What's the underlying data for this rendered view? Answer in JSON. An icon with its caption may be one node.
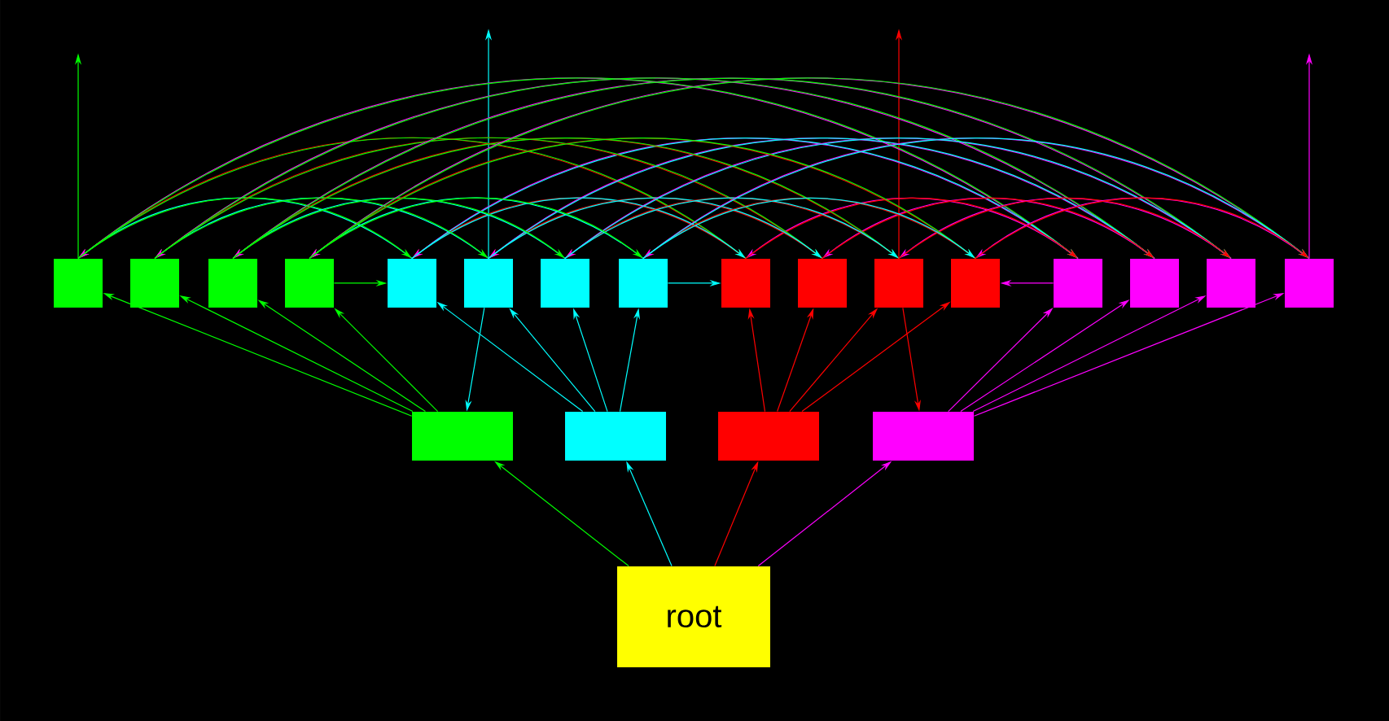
{
  "diagram": {
    "nodes": [
      {
        "text": [
          "root"
        ]
      },
      {
        "text": [],
        "shape": "box"
      },
      {
        "text": [],
        "shape": "box"
      },
      {
        "text": [],
        "shape": "box"
      },
      {
        "text": [],
        "shape": "box"
      },
      {
        "text": [],
        "shape": "box"
      },
      {
        "text": [],
        "shape": "box"
      },
      {
        "text": [],
        "shape": "box"
      },
      {
        "text": [],
        "shape": "box"
      },
      {
        "text": [],
        "shape": "box"
      },
      {
        "text": [],
        "shape": "box"
      },
      {
        "text": [],
        "shape": "box"
      },
      {
        "text": [],
        "shape": "box"
      },
      {
        "text": [],
        "shape": "box"
      },
      {
        "text": [],
        "shape": "box"
      },
      {
        "text": [],
        "shape": "box"
      },
      {
        "text": [],
        "shape": "box"
      },
      {
        "text": [],
        "shape": "box"
      },
      {
        "text": [],
        "shape": "box"
      },
      {
        "text": [],
        "shape": "box"
      },
      {
        "text": [],
        "shape": "box"
      }
    ],
    "edges": [
      {
        "from": 0,
        "to": 1,
        "arrow": "to",
        "color": "#00ff00"
      },
      {
        "from": 0,
        "to": 2,
        "arrow": "to",
        "color": "#00ffff"
      },
      {
        "from": 0,
        "to": 3,
        "arrow": "to",
        "color": "#ff0000"
      },
      {
        "from": 0,
        "to": 4,
        "arrow": "to",
        "color": "#ff00ff"
      },
      {
        "from": 1,
        "to": 5,
        "arrow": "to",
        "color": "#00ff00"
      },
      {
        "from": 1,
        "to": 6,
        "arrow": "to",
        "color": "#00ff00"
      },
      {
        "from": 1,
        "to": 7,
        "arrow": "to",
        "color": "#00ff00"
      },
      {
        "from": 1,
        "to": 8,
        "arrow": "to",
        "color": "#00ff00"
      },
      {
        "from": 2,
        "to": 9,
        "arrow": "to",
        "color": "#00ffff"
      },
      {
        "from": 2,
        "to": 10,
        "arrow": "to",
        "color": "#00ffff"
      },
      {
        "from": 2,
        "to": 11,
        "arrow": "to",
        "color": "#00ffff"
      },
      {
        "from": 2,
        "to": 12,
        "arrow": "to",
        "color": "#00ffff"
      },
      {
        "from": 3,
        "to": 13,
        "arrow": "to",
        "color": "#ff0000"
      },
      {
        "from": 3,
        "to": 14,
        "arrow": "to",
        "color": "#ff0000"
      },
      {
        "from": 3,
        "to": 15,
        "arrow": "to",
        "color": "#ff0000"
      },
      {
        "from": 3,
        "to": 16,
        "arrow": "to",
        "color": "#ff0000"
      },
      {
        "from": 4,
        "to": 17,
        "arrow": "to",
        "color": "#ff00ff"
      },
      {
        "from": 4,
        "to": 18,
        "arrow": "to",
        "color": "#ff00ff"
      },
      {
        "from": 4,
        "to": 19,
        "arrow": "to",
        "color": "#ff00ff"
      },
      {
        "from": 4,
        "to": 20,
        "arrow": "to",
        "color": "#ff00ff"
      },
      {
        "from": 8,
        "to": 9,
        "arrow": "to",
        "color": "#00ff00"
      },
      {
        "from": 12,
        "to": 13,
        "arrow": "to",
        "color": "#00ffff"
      },
      {
        "from": 17,
        "to": 16,
        "arrow": "to",
        "color": "#ff00ff"
      },
      {
        "from": 10,
        "to": 1,
        "arrow": "to",
        "color": "#00ffff"
      },
      {
        "from": 15,
        "to": 4,
        "arrow": "to",
        "color": "#ff0000"
      },
      {
        "from": 5,
        "to": null,
        "arrow": "to",
        "color": "#00ff00"
      },
      {
        "from": 10,
        "to": null,
        "arrow": "to",
        "color": "#00ffff"
      },
      {
        "from": 15,
        "to": null,
        "arrow": "to",
        "color": "#ff0000"
      },
      {
        "from": 20,
        "to": null,
        "arrow": "to",
        "color": "#ff00ff"
      },
      {
        "from": 9,
        "to": 5,
        "arrow": "to",
        "color": "#00ffff"
      },
      {
        "from": 13,
        "to": 5,
        "arrow": "to",
        "color": "#ff0000"
      },
      {
        "from": 17,
        "to": 5,
        "arrow": "to",
        "color": "#ff00ff"
      },
      {
        "from": 5,
        "to": 9,
        "arrow": "to",
        "color": "#00ff00"
      },
      {
        "from": 13,
        "to": 9,
        "arrow": "to",
        "color": "#ff0000"
      },
      {
        "from": 17,
        "to": 9,
        "arrow": "to",
        "color": "#ff00ff"
      },
      {
        "from": 5,
        "to": 13,
        "arrow": "to",
        "color": "#00ff00"
      },
      {
        "from": 9,
        "to": 13,
        "arrow": "to",
        "color": "#00ffff"
      },
      {
        "from": 17,
        "to": 13,
        "arrow": "to",
        "color": "#ff00ff"
      },
      {
        "from": 5,
        "to": 17,
        "arrow": "to",
        "color": "#00ff00"
      },
      {
        "from": 9,
        "to": 17,
        "arrow": "to",
        "color": "#00ffff"
      },
      {
        "from": 13,
        "to": 17,
        "arrow": "to",
        "color": "#ff0000"
      },
      {
        "from": 10,
        "to": 6,
        "arrow": "to",
        "color": "#00ffff"
      },
      {
        "from": 14,
        "to": 6,
        "arrow": "to",
        "color": "#ff0000"
      },
      {
        "from": 18,
        "to": 6,
        "arrow": "to",
        "color": "#ff00ff"
      },
      {
        "from": 6,
        "to": 10,
        "arrow": "to",
        "color": "#00ff00"
      },
      {
        "from": 14,
        "to": 10,
        "arrow": "to",
        "color": "#ff0000"
      },
      {
        "from": 18,
        "to": 10,
        "arrow": "to",
        "color": "#ff00ff"
      },
      {
        "from": 6,
        "to": 14,
        "arrow": "to",
        "color": "#00ff00"
      },
      {
        "from": 10,
        "to": 14,
        "arrow": "to",
        "color": "#00ffff"
      },
      {
        "from": 18,
        "to": 14,
        "arrow": "to",
        "color": "#ff00ff"
      },
      {
        "from": 6,
        "to": 18,
        "arrow": "to",
        "color": "#00ff00"
      },
      {
        "from": 10,
        "to": 18,
        "arrow": "to",
        "color": "#00ffff"
      },
      {
        "from": 14,
        "to": 18,
        "arrow": "to",
        "color": "#ff0000"
      },
      {
        "from": 11,
        "to": 7,
        "arrow": "to",
        "color": "#00ffff"
      },
      {
        "from": 15,
        "to": 7,
        "arrow": "to",
        "color": "#ff0000"
      },
      {
        "from": 19,
        "to": 7,
        "arrow": "to",
        "color": "#ff00ff"
      },
      {
        "from": 7,
        "to": 11,
        "arrow": "to",
        "color": "#00ff00"
      },
      {
        "from": 15,
        "to": 11,
        "arrow": "to",
        "color": "#ff0000"
      },
      {
        "from": 19,
        "to": 11,
        "arrow": "to",
        "color": "#ff00ff"
      },
      {
        "from": 7,
        "to": 15,
        "arrow": "to",
        "color": "#00ff00"
      },
      {
        "from": 11,
        "to": 15,
        "arrow": "to",
        "color": "#00ffff"
      },
      {
        "from": 19,
        "to": 15,
        "arrow": "to",
        "color": "#ff00ff"
      },
      {
        "from": 7,
        "to": 19,
        "arrow": "to",
        "color": "#00ff00"
      },
      {
        "from": 11,
        "to": 19,
        "arrow": "to",
        "color": "#00ffff"
      },
      {
        "from": 15,
        "to": 19,
        "arrow": "to",
        "color": "#ff0000"
      },
      {
        "from": 12,
        "to": 8,
        "arrow": "to",
        "color": "#00ffff"
      },
      {
        "from": 16,
        "to": 8,
        "arrow": "to",
        "color": "#ff0000"
      },
      {
        "from": 20,
        "to": 8,
        "arrow": "to",
        "color": "#ff00ff"
      },
      {
        "from": 8,
        "to": 12,
        "arrow": "to",
        "color": "#00ff00"
      },
      {
        "from": 16,
        "to": 12,
        "arrow": "to",
        "color": "#ff0000"
      },
      {
        "from": 20,
        "to": 12,
        "arrow": "to",
        "color": "#ff00ff"
      },
      {
        "from": 8,
        "to": 16,
        "arrow": "to",
        "color": "#00ff00"
      },
      {
        "from": 12,
        "to": 16,
        "arrow": "to",
        "color": "#00ffff"
      },
      {
        "from": 20,
        "to": 16,
        "arrow": "to",
        "color": "#ff00ff"
      },
      {
        "from": 8,
        "to": 20,
        "arrow": "to",
        "color": "#00ff00"
      },
      {
        "from": 12,
        "to": 20,
        "arrow": "to",
        "color": "#00ffff"
      },
      {
        "from": 16,
        "to": 20,
        "arrow": "to",
        "color": "#ff0000"
      }
    ]
  }
}
